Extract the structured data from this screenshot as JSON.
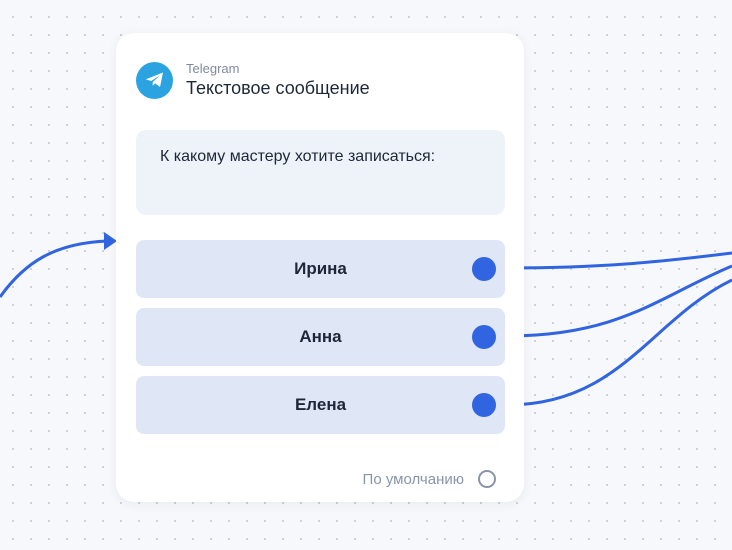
{
  "node": {
    "channel": "Telegram",
    "type": "Текстовое сообщение",
    "message": "К какому мастеру хотите записаться:",
    "buttons": [
      {
        "label": "Ирина"
      },
      {
        "label": "Анна"
      },
      {
        "label": "Елена"
      }
    ],
    "default_label": "По умолчанию"
  },
  "icons": {
    "channel": "telegram-icon"
  },
  "colors": {
    "accent": "#3164e0",
    "telegram": "#2aa3e0",
    "button_bg": "#dfe7f7",
    "message_bg": "#eef3fa"
  }
}
